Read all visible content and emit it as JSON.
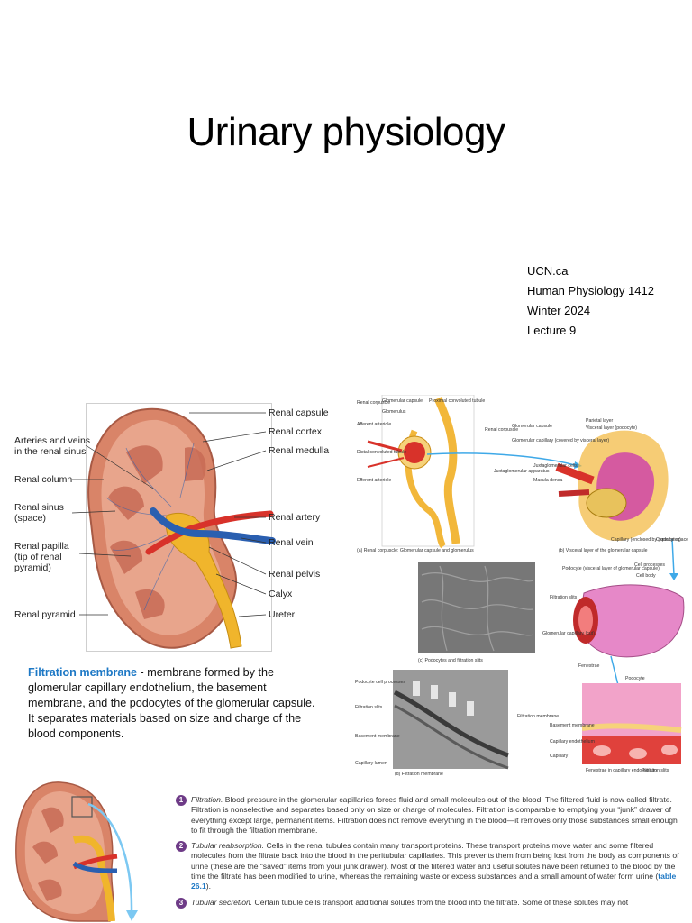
{
  "slide": {
    "title": "Urinary physiology",
    "meta": [
      "UCN.ca",
      "Human Physiology 1412",
      "Winter 2024",
      "Lecture 9"
    ]
  },
  "kidney_labels": {
    "arteries": "Arteries and veins in the renal sinus",
    "column": "Renal column",
    "sinus": "Renal sinus (space)",
    "papilla": "Renal papilla (tip of renal pyramid)",
    "pyramid": "Renal pyramid",
    "capsule": "Renal capsule",
    "cortex": "Renal cortex",
    "medulla": "Renal medulla",
    "artery": "Renal artery",
    "vein": "Renal vein",
    "pelvis": "Renal pelvis",
    "calyx": "Calyx",
    "ureter": "Ureter"
  },
  "filtration": {
    "term": "Filtration membrane",
    "definition": " - membrane formed by the glomerular capillary endothelium, the basement membrane, and the podocytes of the glomerular capsule.",
    "note": "It separates materials based on size and charge of the blood components."
  },
  "micro_labels": {
    "renal_corpuscle": "Renal corpuscle",
    "glomerular_capsule": "Glomerular capsule",
    "glomerulus": "Glomerulus",
    "proximal_tubule": "Proximal convoluted tubule",
    "afferent": "Afferent arteriole",
    "distal_tubule": "Distal convoluted tubule",
    "efferent": "Efferent arteriole",
    "caption_a": "(a) Renal corpuscle: Glomerular capsule and glomerulus",
    "caption_b": "(b) Visceral layer of the glomerular capsule",
    "caption_c": "(c) Podocytes and filtration slits",
    "caption_d": "(d) Filtration membrane",
    "parietal": "Parietal layer",
    "visceral": "Visceral layer (podocyte)",
    "glom_capillary": "Glomerular capillary (covered by visceral layer)",
    "jga": "Juxtaglomerular apparatus",
    "jg_cells": "Juxtaglomerular cells",
    "macula": "Macula densa",
    "capsular_space": "Capsular space",
    "capillary_podo": "Capillary (enclosed by podocytes)",
    "podocyte_layer": "Podocyte (visceral layer of glomerular capsule)",
    "cell_processes": "Cell processes",
    "cell_body": "Cell body",
    "filtration_slits": "Filtration slits",
    "glom_cap_cut": "Glomerular capillary (cut)",
    "fenestrae": "Fenestrae",
    "podocyte_cell_processes": "Podocyte cell processes",
    "basement": "Basement membrane",
    "capillary_lumen": "Capillary lumen",
    "filtration_membrane": "Filtration membrane",
    "podocyte": "Podocyte",
    "capillary_endo": "Capillary endothelium",
    "capillary": "Capillary",
    "fenestrae_endo": "Fenestrae in capillary endothelium"
  },
  "steps": [
    {
      "num": "1",
      "head": "Filtration.",
      "text": " Blood pressure in the glomerular capillaries forces fluid and small molecules out of the blood. The filtered fluid is now called filtrate. Filtration is nonselective and separates based only on size or charge of molecules. Filtration is comparable to emptying your “junk” drawer of everything except large, permanent items. Filtration does not remove everything in the blood—it removes only those substances small enough to fit through the filtration membrane."
    },
    {
      "num": "2",
      "head": "Tubular reabsorption.",
      "text": " Cells in the renal tubules contain many transport proteins. These transport proteins move water and some filtered molecules from the filtrate back into the blood in the peritubular capillaries. This prevents them from being lost from the body as components of urine (these are the “saved” items from your junk drawer). Most of the filtered water and useful solutes have been returned to the blood by the time the filtrate has been modified to urine, whereas the remaining waste or excess substances and a small amount of water form urine (",
      "ref": "table 26.1",
      "tail": ")."
    },
    {
      "num": "3",
      "head": "Tubular secretion.",
      "text": " Certain tubule cells transport additional solutes from the blood into the filtrate. Some of these solutes may not"
    }
  ],
  "colors": {
    "term_blue": "#1d78c5",
    "step_purple": "#6e3b87",
    "artery_red": "#d8322a",
    "vein_blue": "#2a5fb0",
    "ureter_yellow": "#f0b52c",
    "kidney_pink": "#d98468"
  }
}
